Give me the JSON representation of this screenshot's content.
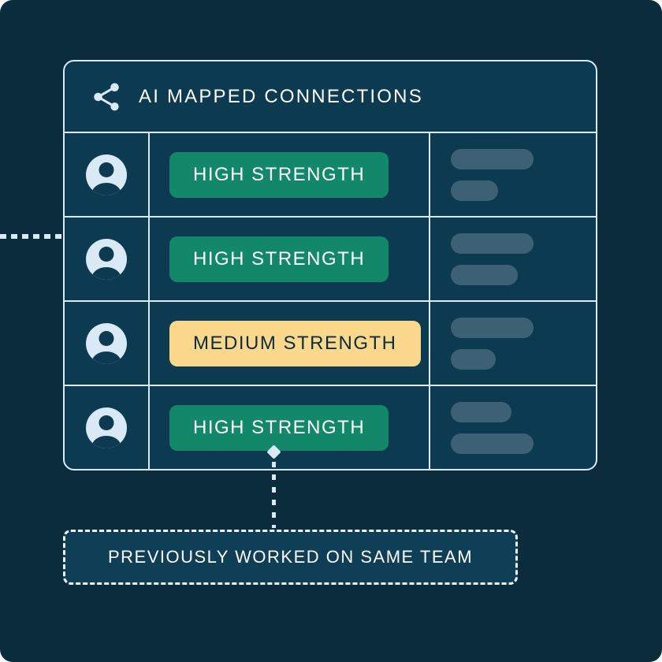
{
  "colors": {
    "page_bg": "#0a2c3c",
    "panel_cell_bg": "#0c3a50",
    "grid_line": "#d9e9f6",
    "accent_light": "#d9e9f6",
    "badge_high_bg": "#12876a",
    "badge_high_text": "#ffffff",
    "badge_medium_bg": "#fcd88d",
    "badge_medium_text": "#0a2c3c",
    "placeholder_bar": "#3c6174",
    "callout_bg": "#0f3f56",
    "callout_border": "#eef5fb"
  },
  "panel": {
    "header": {
      "icon": "share-icon",
      "title": "AI MAPPED CONNECTIONS"
    },
    "rows": [
      {
        "avatar": "person-avatar",
        "badge": {
          "label": "HIGH STRENGTH",
          "level": "high"
        },
        "bars": [
          105,
          60
        ]
      },
      {
        "avatar": "person-avatar",
        "badge": {
          "label": "HIGH STRENGTH",
          "level": "high"
        },
        "bars": [
          105,
          85
        ]
      },
      {
        "avatar": "person-avatar",
        "badge": {
          "label": "MEDIUM STRENGTH",
          "level": "medium"
        },
        "bars": [
          105,
          57
        ]
      },
      {
        "avatar": "person-avatar",
        "badge": {
          "label": "HIGH STRENGTH",
          "level": "high"
        },
        "bars": [
          77,
          105
        ]
      }
    ]
  },
  "callout": {
    "label": "PREVIOUSLY WORKED ON SAME TEAM"
  }
}
